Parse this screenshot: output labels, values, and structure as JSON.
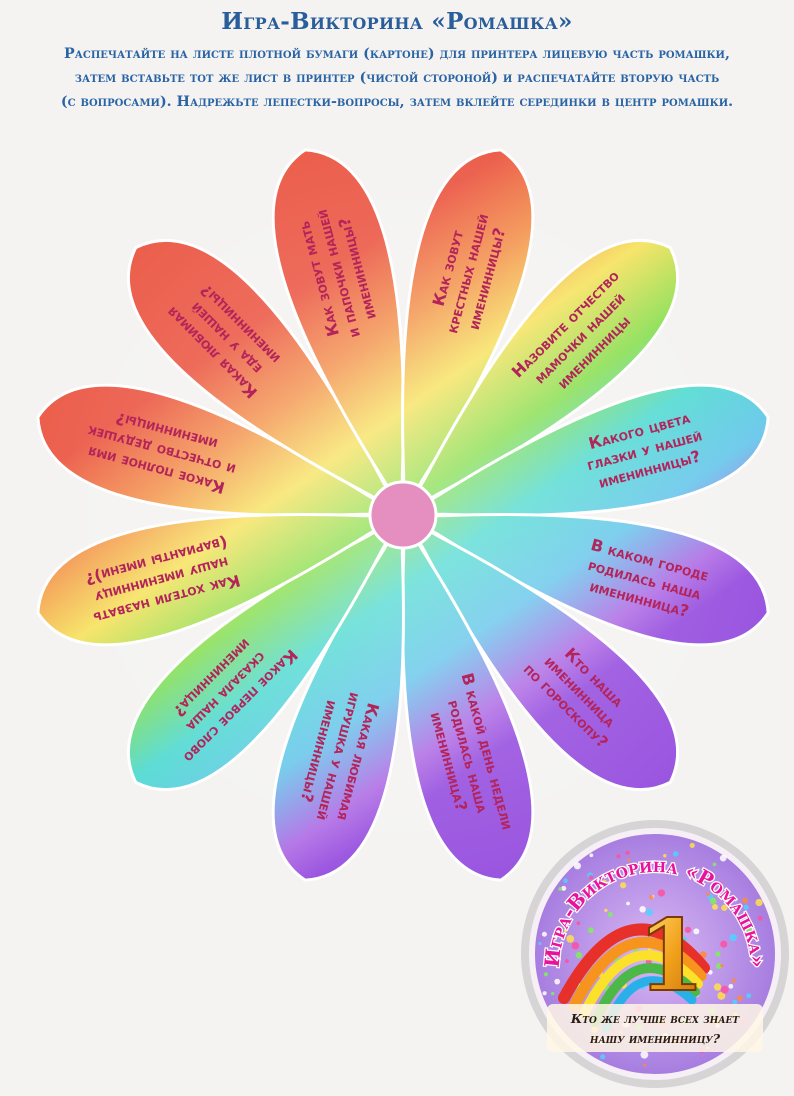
{
  "header": {
    "title": "Игра-Викторина «Ромашка»",
    "instructions": [
      "Распечатайте на листе плотной бумаги (картоне) для принтера лицевую часть ромашки,",
      "затем вставьте тот же лист в принтер (чистой стороной) и распечатайте вторую часть",
      "(с вопросами). Надрежьте лепестки-вопросы, затем вклейте серединки в центр ромашки."
    ]
  },
  "flower": {
    "center_color": "#e48fbf",
    "petals": [
      {
        "lines": [
          "Как зовут",
          "крестных нашей",
          "именинницы?"
        ]
      },
      {
        "lines": [
          "Назовите отчество",
          "мамочки нашей",
          "именинницы"
        ]
      },
      {
        "lines": [
          "Какого цвета",
          "глазки у нашей",
          "именинницы?"
        ]
      },
      {
        "lines": [
          "В каком городе",
          "родилась наша",
          "именинница?"
        ]
      },
      {
        "lines": [
          "Кто наша",
          "именинница",
          "по гороскопу?"
        ]
      },
      {
        "lines": [
          "В какой день недели",
          "родилась наша",
          "именинница?"
        ]
      },
      {
        "lines": [
          "Какая любимая",
          "игрушка у нашей",
          "именинницы?"
        ]
      },
      {
        "lines": [
          "Какое первое слово",
          "сказала наша",
          "именинница?"
        ]
      },
      {
        "lines": [
          "Как хотели назвать",
          "нашу именинницу",
          "(варианты имени)?"
        ]
      },
      {
        "lines": [
          "Какое полное имя",
          "и отчество дедушек",
          "именинницы?"
        ]
      },
      {
        "lines": [
          "Какая любимая",
          "еда у нашей",
          "именинницы?"
        ]
      },
      {
        "lines": [
          "Как зовут мать",
          "и папочки нашей",
          "именинницы?"
        ]
      }
    ]
  },
  "medal": {
    "top_text": "Игра-Викторина «Ромашка»",
    "number": "1",
    "question_lines": [
      "Кто же лучше всех знает",
      "нашу именинницу?"
    ]
  }
}
